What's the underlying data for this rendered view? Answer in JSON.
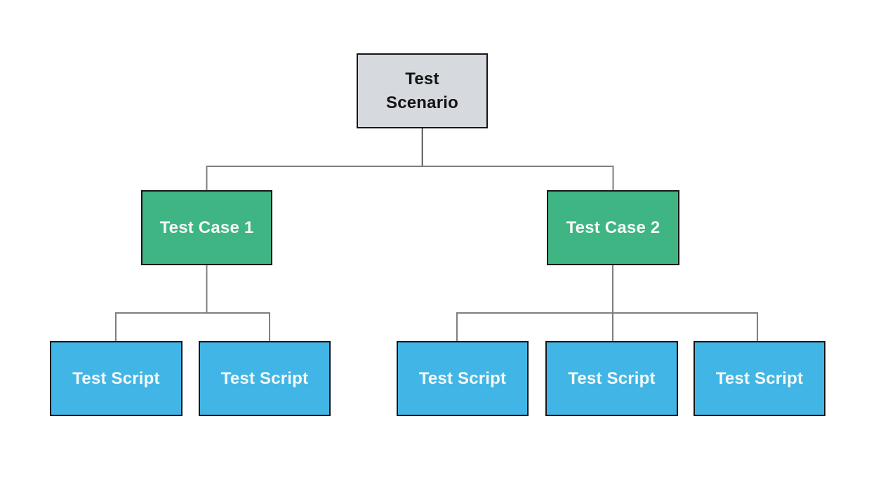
{
  "diagram": {
    "nodes": {
      "scenario": {
        "label": "Test\nScenario",
        "fill": "#d6d9dd",
        "text_color": "#131313"
      },
      "case1": {
        "label": "Test Case 1",
        "fill": "#3eb583",
        "text_color": "#f5f8f7"
      },
      "case2": {
        "label": "Test Case 2",
        "fill": "#3eb583",
        "text_color": "#f5f8f7"
      },
      "scripts": [
        {
          "label": "Test Script",
          "fill": "#41b6e6",
          "text_color": "#f5f8f7"
        },
        {
          "label": "Test Script",
          "fill": "#41b6e6",
          "text_color": "#f5f8f7"
        },
        {
          "label": "Test Script",
          "fill": "#41b6e6",
          "text_color": "#f5f8f7"
        },
        {
          "label": "Test Script",
          "fill": "#41b6e6",
          "text_color": "#f5f8f7"
        },
        {
          "label": "Test Script",
          "fill": "#41b6e6",
          "text_color": "#f5f8f7"
        }
      ]
    },
    "colors": {
      "background": "#ffffff",
      "node_border": "#161616",
      "connector_gray": "#7f7f7f",
      "connector_dark": "#2a2a2a"
    }
  }
}
